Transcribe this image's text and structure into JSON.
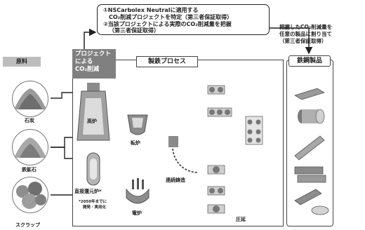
{
  "callout": {
    "line1": "①NSCarbolex Neutralに適用する",
    "line2": "CO₂削減プロジェクトを特定（第三者保証取得）",
    "line3": "②当該プロジェクトによる実際のCO₂削減量を把握",
    "line4": "（第三者保証取得）"
  },
  "right_text": {
    "line1": "把握したCO₂削減量を",
    "line2": "任意の製品に割り当て",
    "line3": "（第三者保証取得）"
  },
  "raw_materials": {
    "tag": "原料",
    "coal": "石炭",
    "iron_ore": "鉄鉱石",
    "scrap": "スクラップ"
  },
  "project_tag": {
    "line1": "プロジェクト",
    "line2": "による",
    "line3": "CO₂削減"
  },
  "process": {
    "title": "製鉄プロセス",
    "blast_furnace": "高炉",
    "converter": "転炉",
    "dri_furnace": "直接還元炉*",
    "eaf": "電炉",
    "continuous_casting": "連続鋳造",
    "rolling": "圧延",
    "footnote_line1": "*2050年までに",
    "footnote_line2": "開発・実用化"
  },
  "products": {
    "title": "鉄鋼製品"
  }
}
